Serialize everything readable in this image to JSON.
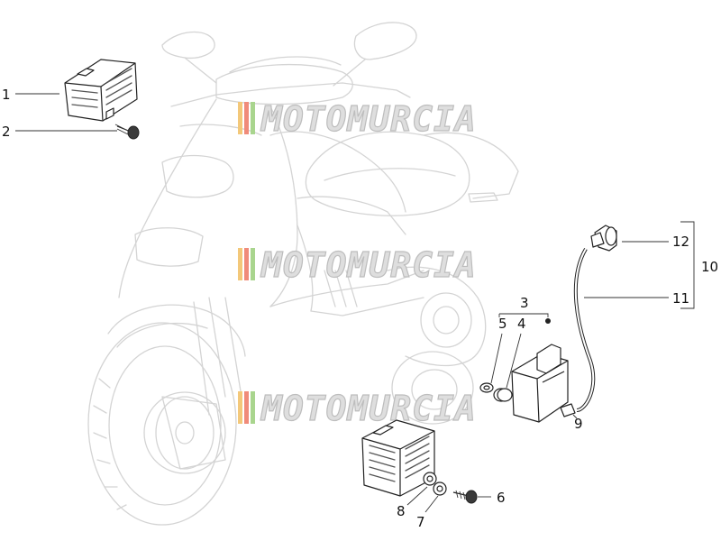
{
  "watermark": {
    "text": "MOTOMURCIA",
    "stripe_colors": [
      "#f3c87a",
      "#f08b7a",
      "#a9d58e"
    ]
  },
  "callouts": {
    "c1": "1",
    "c2": "2",
    "c3": "3",
    "c4": "4",
    "c5": "5",
    "c6": "6",
    "c7": "7",
    "c8": "8",
    "c9": "9",
    "c10": "10",
    "c11": "11",
    "c12": "12"
  }
}
